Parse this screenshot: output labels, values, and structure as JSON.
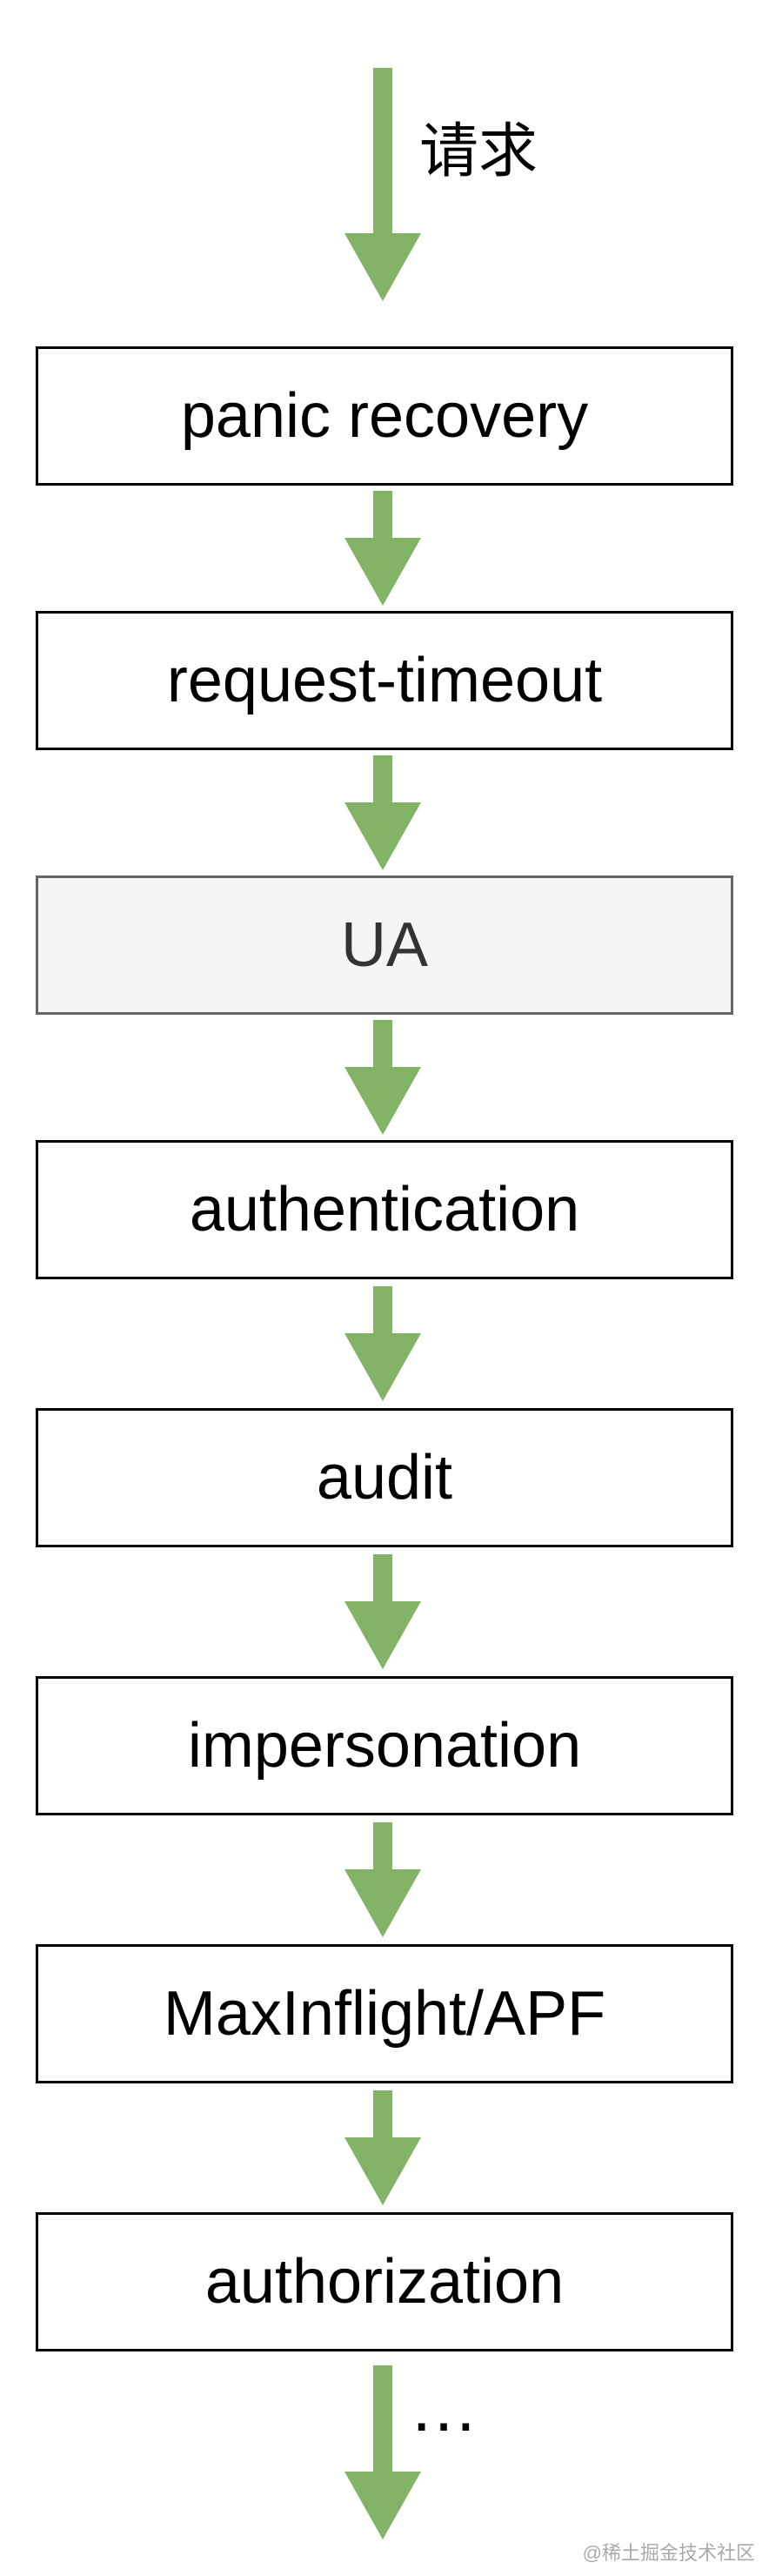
{
  "diagram": {
    "request_label": "请求",
    "boxes": [
      {
        "label": "panic recovery",
        "highlighted": false
      },
      {
        "label": "request-timeout",
        "highlighted": false
      },
      {
        "label": "UA",
        "highlighted": true
      },
      {
        "label": "authentication",
        "highlighted": false
      },
      {
        "label": "audit",
        "highlighted": false
      },
      {
        "label": "impersonation",
        "highlighted": false
      },
      {
        "label": "MaxInflight/APF",
        "highlighted": false
      },
      {
        "label": "authorization",
        "highlighted": false
      }
    ],
    "continuation_label": "…",
    "watermark": "@稀土掘金技术社区"
  },
  "colors": {
    "arrow": "#82b366",
    "box_border": "#000000",
    "box_fill": "#ffffff",
    "highlight_fill": "#f5f5f5",
    "highlight_border": "#666666"
  }
}
